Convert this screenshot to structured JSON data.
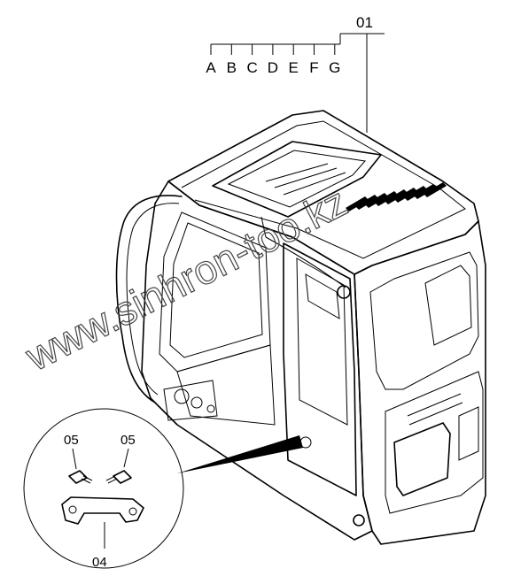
{
  "callouts": {
    "assembly": "01",
    "variants": [
      "A",
      "B",
      "C",
      "D",
      "E",
      "F",
      "G"
    ],
    "bracket": "04",
    "bolt_left": "05",
    "bolt_right": "05"
  },
  "watermark": "www.sinhron-too.kz",
  "colors": {
    "line": "#000000",
    "background": "#ffffff",
    "watermark": "#444444"
  }
}
